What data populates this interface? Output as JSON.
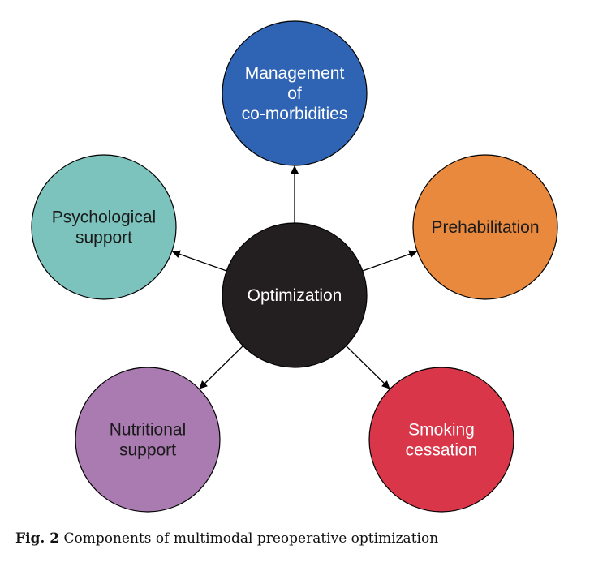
{
  "diagram": {
    "center": {
      "label": "Optimization",
      "fill": "#231f20",
      "text_color": "#ffffff"
    },
    "nodes": [
      {
        "id": "management-of-comorbidities",
        "lines": [
          "Management",
          "of",
          "co-morbidities"
        ],
        "fill": "#2e64b3",
        "text_color": "#ffffff"
      },
      {
        "id": "prehabilitation",
        "lines": [
          "Prehabilitation"
        ],
        "fill": "#e8893e",
        "text_color": "#1a1a1a"
      },
      {
        "id": "smoking-cessation",
        "lines": [
          "Smoking",
          "cessation"
        ],
        "fill": "#d9364a",
        "text_color": "#ffffff"
      },
      {
        "id": "nutritional-support",
        "lines": [
          "Nutritional",
          "support"
        ],
        "fill": "#a97bb0",
        "text_color": "#1a1a1a"
      },
      {
        "id": "psychological-support",
        "lines": [
          "Psychological",
          "support"
        ],
        "fill": "#7cc3bd",
        "text_color": "#1a1a1a"
      }
    ],
    "arrow_color": "#000000"
  },
  "caption": {
    "figure_number": "Fig. 2",
    "text": "Components of multimodal preoperative optimization"
  }
}
